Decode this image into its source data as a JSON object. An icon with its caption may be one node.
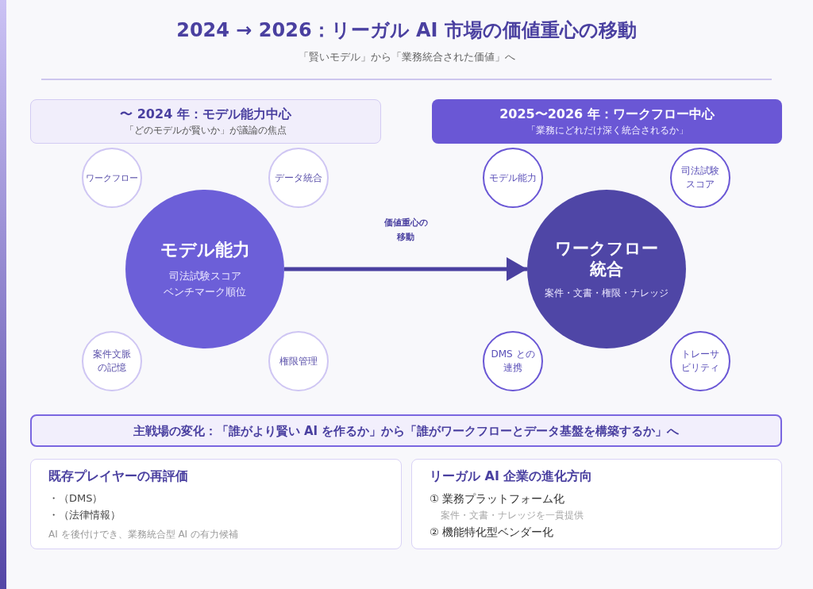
{
  "diagram": {
    "title": "2024 → 2026：リーガル AI 市場の価値重心の移動",
    "nodes": [
      {
        "text": [
          "〜 2024 年：モデル能力中心",
          "「どのモデルが賢いか」が議論の焦点"
        ]
      },
      {
        "text": [
          "ワークフロー"
        ]
      },
      {
        "text": [
          "データ統合"
        ]
      },
      {
        "text": [
          "モデル能力",
          "司法試験スコア",
          "ベンチマーク順位"
        ]
      },
      {
        "text": [
          "案件文脈の記憶"
        ]
      },
      {
        "text": [
          "権限管理"
        ]
      },
      {
        "text": [
          "2025〜2026 年：ワークフロー中心",
          "「業務にどれだけ深く統合されるか」"
        ]
      },
      {
        "text": [
          "モデル能力"
        ]
      },
      {
        "text": [
          "司法試験スコア"
        ]
      },
      {
        "text": [
          "ワークフロー統合",
          "案件・文書・権限・ナレッジ"
        ]
      },
      {
        "text": [
          "DMS との連携"
        ]
      },
      {
        "text": [
          "トレーサビリティ"
        ]
      },
      {
        "text": [
          "主戦場の変化：「誰がより賢い AI を作るか」から「誰がワークフローとデータ基盤を構築するか」へ"
        ]
      },
      {
        "text": [
          "既存プレイヤーの再評価",
          "・（DMS）",
          "・（法律情報）",
          "AI を後付けでき、業務統合型 AI の有力候補"
        ]
      },
      {
        "text": [
          "リーガル AI 企業の進化方向",
          "① 業務プラットフォーム化",
          "案件・文書・ナレッジを一貫提供",
          "② 機能特化型ベンダー化"
        ]
      }
    ],
    "edges": [
      {
        "from": 3,
        "to": 9,
        "arrow": "to",
        "label": "価値重心の移動"
      }
    ],
    "labels": [
      "「賢いモデル」から「業務統合された価値」へ"
    ]
  }
}
